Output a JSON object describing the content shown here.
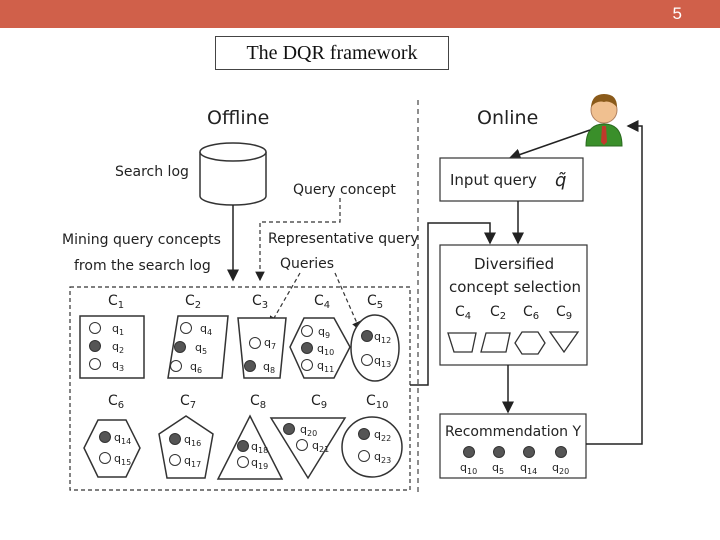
{
  "page_number": "5",
  "title": "The DQR framework",
  "diagram": {
    "offline_label": "Offline",
    "online_label": "Online",
    "search_log_label": "Search log",
    "query_concept_label": "Query concept",
    "mining_label_line1": "Mining query concepts",
    "mining_label_line2": "from the search log",
    "representative_label": "Representative query",
    "queries_label": "Queries",
    "input_query_label": "Input query",
    "input_query_symbol": "q̃",
    "diversified_line1": "Diversified",
    "diversified_line2": "concept selection",
    "recommendation_label": "Recommendation Y",
    "concepts_row1": [
      {
        "name": "C1",
        "queries": [
          "q1",
          "q2",
          "q3"
        ]
      },
      {
        "name": "C2",
        "queries": [
          "q4",
          "q5",
          "q6"
        ]
      },
      {
        "name": "C3",
        "queries": [
          "q7",
          "q8"
        ]
      },
      {
        "name": "C4",
        "queries": [
          "q9",
          "q10",
          "q11"
        ]
      },
      {
        "name": "C5",
        "queries": [
          "q12",
          "q13"
        ]
      }
    ],
    "concepts_row2": [
      {
        "name": "C6",
        "queries": [
          "q14",
          "q15"
        ]
      },
      {
        "name": "C7",
        "queries": [
          "q16",
          "q17"
        ]
      },
      {
        "name": "C8",
        "queries": [
          "q18",
          "q19"
        ]
      },
      {
        "name": "C9",
        "queries": [
          "q20",
          "q21"
        ]
      },
      {
        "name": "C10",
        "queries": [
          "q22",
          "q23"
        ]
      }
    ],
    "selected_concepts": [
      "C4",
      "C2",
      "C6",
      "C9"
    ],
    "recommended_queries": [
      "q10",
      "q5",
      "q14",
      "q20"
    ],
    "colors": {
      "header_bar": "#d0604a",
      "filled_dot": "#555555",
      "user_shirt": "#3a8f2a",
      "user_tie": "#c0392b",
      "user_skin": "#f0c090",
      "user_hair": "#8a5a1a"
    }
  }
}
